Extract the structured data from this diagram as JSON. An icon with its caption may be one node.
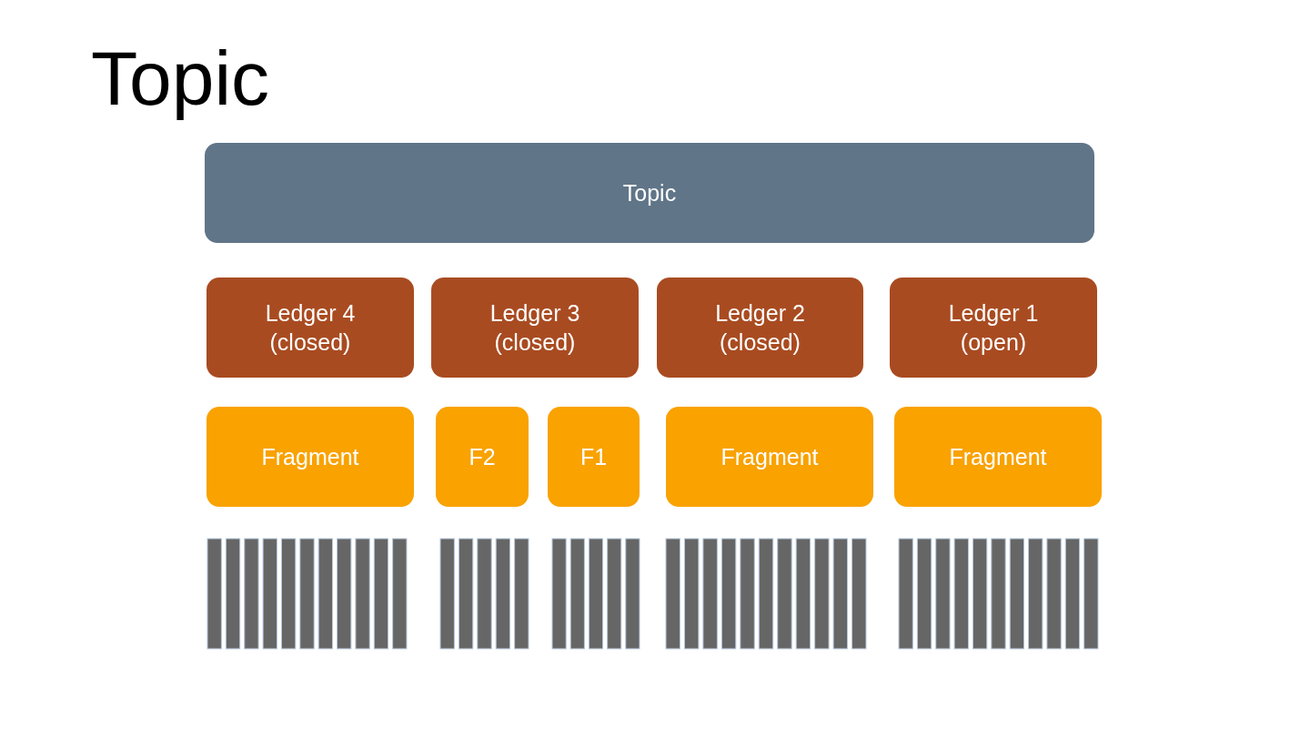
{
  "diagram": {
    "title": "Topic",
    "nodes": [
      {
        "text": [
          "Topic"
        ]
      },
      {
        "text": [
          "Ledger 4 (closed)"
        ]
      },
      {
        "text": [
          "Ledger 3 (closed)"
        ]
      },
      {
        "text": [
          "Ledger 2 (closed)"
        ]
      },
      {
        "text": [
          "Ledger 1 (open)"
        ]
      },
      {
        "text": [
          "Fragment"
        ]
      },
      {
        "text": [
          "F2"
        ]
      },
      {
        "text": [
          "F1"
        ]
      },
      {
        "text": [
          "Fragment"
        ]
      },
      {
        "text": [
          "Fragment"
        ]
      }
    ]
  }
}
